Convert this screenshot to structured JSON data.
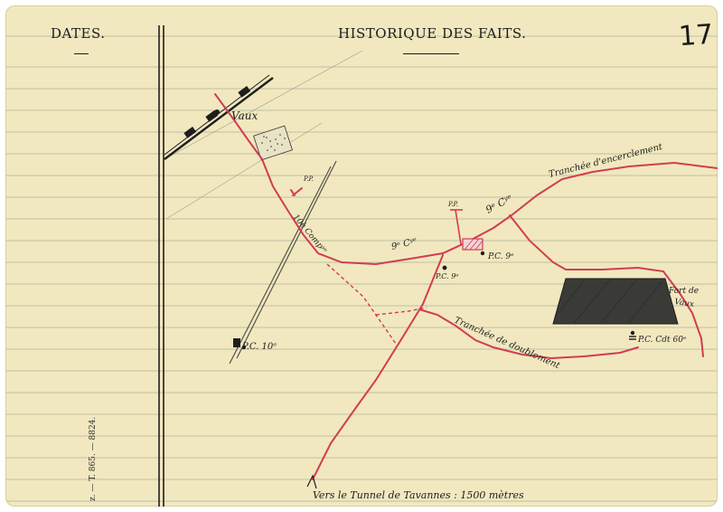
{
  "header": {
    "dates": "DATES.",
    "historique": "HISTORIQUE DES FAITS."
  },
  "page_number": "17",
  "printer_mark": "z. — T. 865. — 8824.",
  "map": {
    "labels": {
      "vaux": "Vaux",
      "pp_left": "P.P.",
      "company_10": "10è Compʸᵉ",
      "company_9_a": "9ᵉ Cʸᵉ",
      "pp_center": "P.P.",
      "pc_9_center": "P.C. 9ᵉ",
      "company_9_b": "9ᵉ Cʸᵉ",
      "pc_9_right": "P.C. 9ᵉ",
      "tranchee_encerclement": "Tranchée d'encerclement",
      "fort_de": "Fort de",
      "fort_vaux": "Vaux",
      "tranchee_doublement": "Tranchée de doublement",
      "pc_10": "P.C. 10ᵉ",
      "pc_cdt": "P.C. Cdt 60ᵉ",
      "tunnel_note": "Vers le Tunnel de Tavannes : 1500 mètres"
    },
    "colors": {
      "paper": "#f1e8bf",
      "rule_lines": "#bfc0a6",
      "margin_line": "#1e1e1e",
      "trench_red": "#d23c52",
      "pencil": "#55544c",
      "fort_fill": "#3a3a36"
    }
  }
}
